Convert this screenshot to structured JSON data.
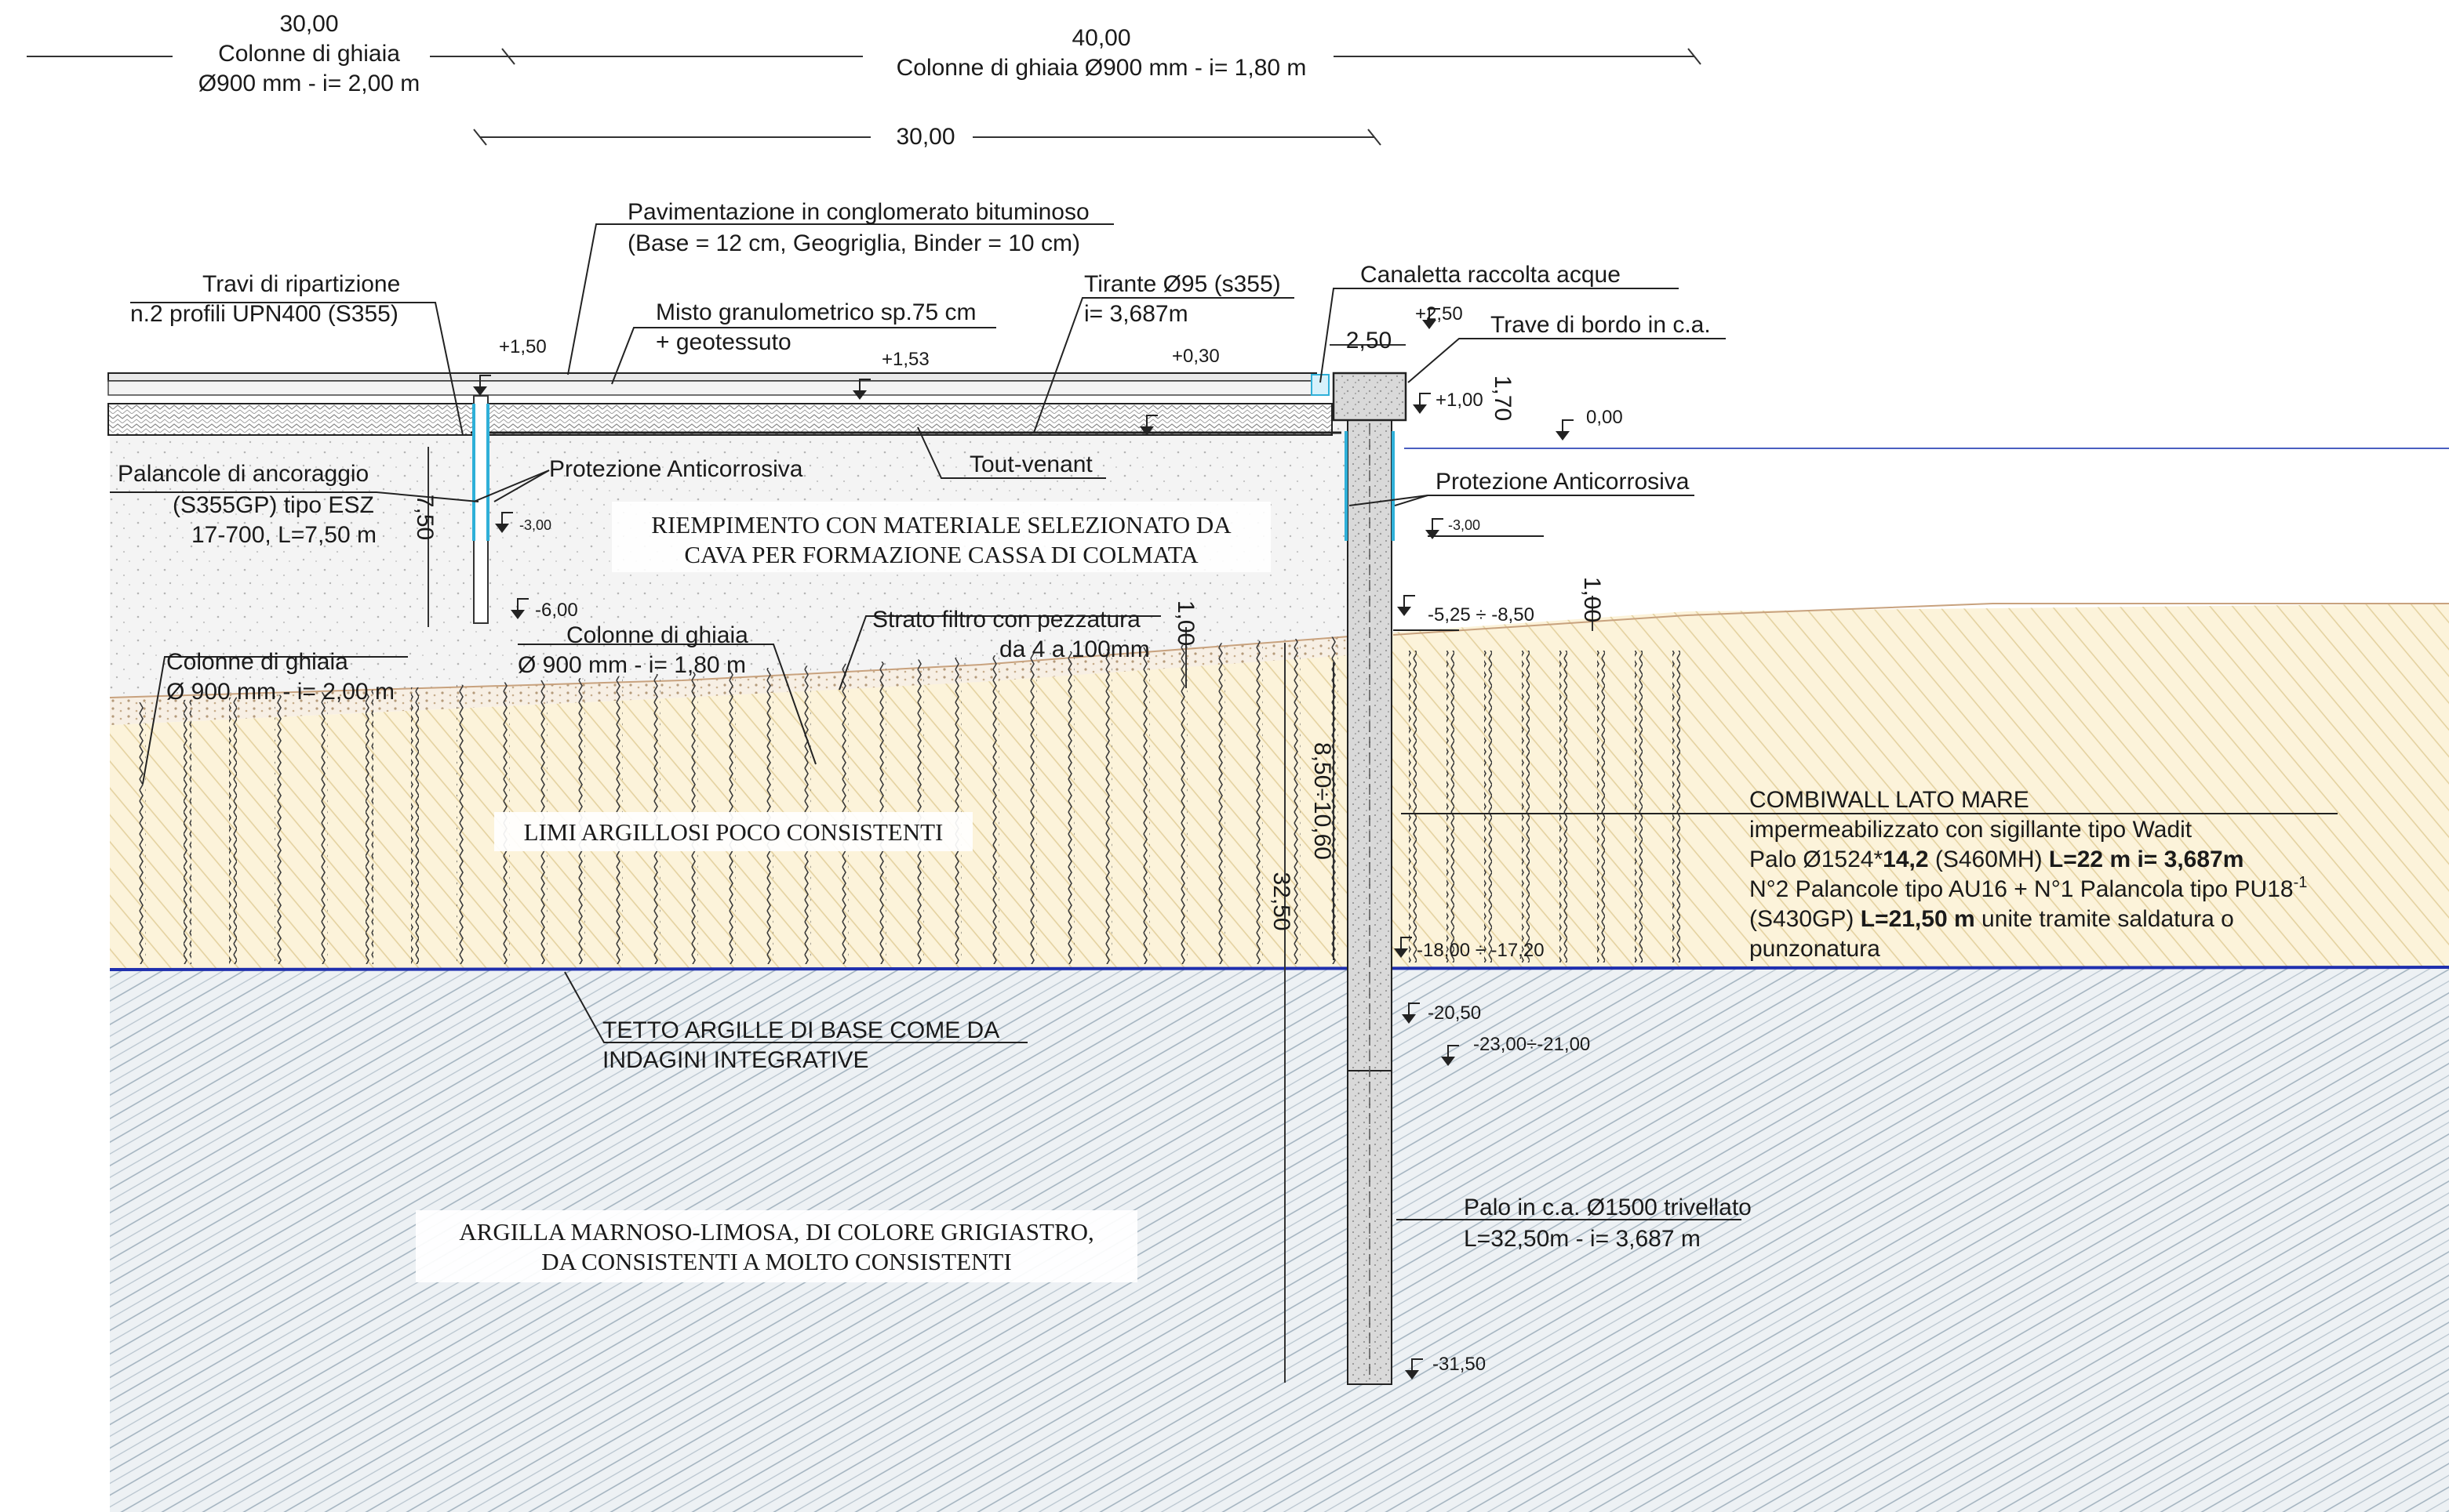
{
  "dimensions": {
    "d1": {
      "value": "30,00",
      "line1": "Colonne di ghiaia",
      "line2": "Ø900 mm - i= 2,00 m"
    },
    "d2": {
      "value": "40,00",
      "line1": "Colonne di ghiaia Ø900 mm - i= 1,80 m"
    },
    "d3": {
      "value": "30,00"
    },
    "wall_width": "2,50",
    "beam_height": "1,70",
    "anchor_length": "7,50",
    "filter_thickness_left": "1,00",
    "filter_thickness_right": "1,00",
    "combiwall_length": "8,50÷10,60",
    "pile_length": "32,50"
  },
  "elevations": {
    "e_p150": "+1,50",
    "e_p153": "+1,53",
    "e_p030": "+0,30",
    "e_p250": "+2,50",
    "e_p100": "+1,00",
    "e_000": "0,00",
    "e_m300_left": "-3,00",
    "e_m600": "-6,00",
    "e_m300_right": "-3,00",
    "e_m525": "-5,25 ÷ -8,50",
    "e_m1800": "-18,00 ÷ -17,20",
    "e_m2050": "-20,50",
    "e_m2300": "-23,00÷-21,00",
    "e_m3150": "-31,50"
  },
  "labels": {
    "pavimentazione": [
      "Pavimentazione in conglomerato bituminoso",
      "(Base = 12 cm, Geogriglia, Binder = 10 cm)"
    ],
    "travi": [
      "Travi di ripartizione",
      "n.2 profili UPN400 (S355)"
    ],
    "misto": [
      "Misto granulometrico sp.75 cm",
      "+ geotessuto"
    ],
    "tirante": [
      "Tirante Ø95 (s355)",
      "i= 3,687m"
    ],
    "canaletta": "Canaletta raccolta acque",
    "trave_bordo": "Trave di bordo in c.a.",
    "tout_venant": "Tout-venant",
    "palancole_anc": [
      "Palancole di ancoraggio",
      "(S355GP) tipo ESZ",
      "17-700, L=7,50 m"
    ],
    "protezione_left": "Protezione Anticorrosiva",
    "protezione_right": "Protezione Anticorrosiva",
    "colonne_left": [
      "Colonne di ghiaia",
      "Ø 900 mm - i= 2,00 m"
    ],
    "colonne_mid": [
      "Colonne di ghiaia",
      "Ø 900 mm - i= 1,80 m"
    ],
    "strato_filtro": [
      "Strato filtro con pezzatura",
      "da 4 a 100mm"
    ],
    "tetto": [
      "TETTO ARGILLE DI BASE COME DA",
      "INDAGINI INTEGRATIVE"
    ],
    "palo": [
      "Palo in c.a. Ø1500 trivellato",
      "L=32,50m - i= 3,687 m"
    ]
  },
  "combiwall": {
    "title": "COMBIWALL LATO MARE",
    "line1": "impermeabilizzato con sigillante tipo Wadit",
    "line2a": "Palo Ø1524*",
    "line2b": "14,2",
    "line2c": " (S460MH) ",
    "line2d": "L=22 m i= 3,687m",
    "line3": "N°2 Palancole tipo AU16 + N°1 Palancola tipo PU18",
    "line3sup": "-1",
    "line4a": "(S430GP) ",
    "line4b": "L=21,50 m",
    "line4c": " unite tramite saldatura o",
    "line5": "punzonatura"
  },
  "soil_labels": {
    "riempimento": [
      "RIEMPIMENTO CON MATERIALE SELEZIONATO DA",
      "CAVA PER FORMAZIONE CASSA DI COLMATA"
    ],
    "limi": "LIMI ARGILLOSI POCO CONSISTENTI",
    "argilla": [
      "ARGILLA MARNOSO-LIMOSA, DI COLORE GRIGIASTRO,",
      "DA CONSISTENTI A MOLTO CONSISTENTI"
    ]
  },
  "colors": {
    "water_line": "#4a5fc1",
    "clay_roof": "#1f2fae",
    "protection": "#2fb0d8",
    "fill_sand": "#f1f1f1",
    "silt": "#fbf1d6",
    "clay": "#e8eef2"
  }
}
